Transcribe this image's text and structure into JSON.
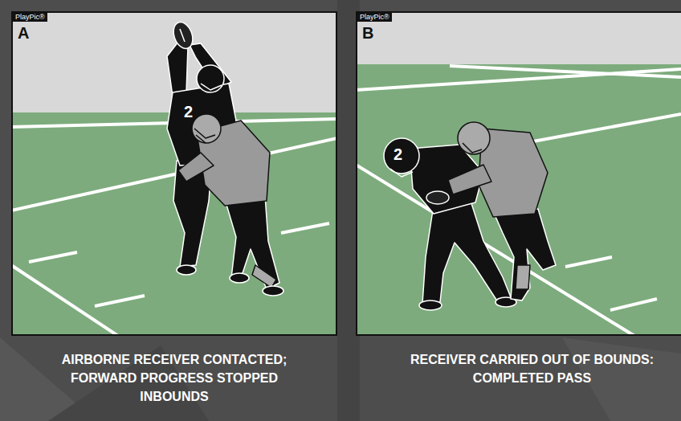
{
  "diagram": {
    "nodes": [
      {
        "text": [
          "PlayPic®",
          "A"
        ]
      },
      {
        "text": [
          "PlayPic®",
          "B"
        ]
      }
    ],
    "labels": [
      "2",
      "2",
      "AIRBORNE RECEIVER CONTACTED; FORWARD PROGRESS STOPPED INBOUNDS",
      "RECEIVER CARRIED OUT OF BOUNDS: COMPLETED PASS"
    ]
  }
}
